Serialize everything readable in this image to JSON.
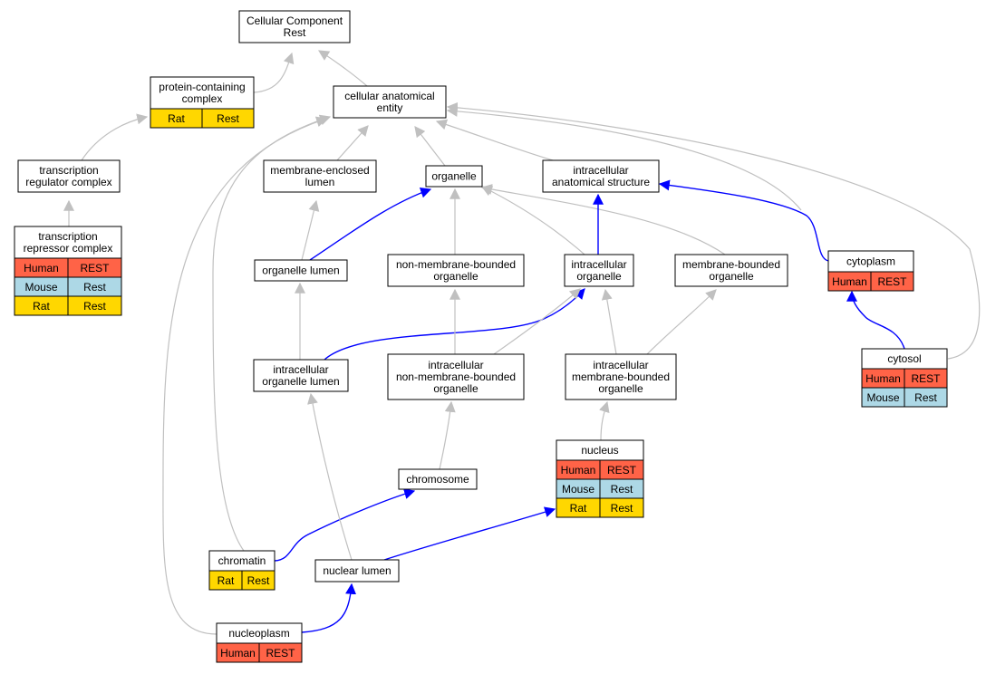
{
  "colors": {
    "human": "#ff6347",
    "mouse": "#add8e6",
    "rat": "#ffd700",
    "edge_gray": "#c0c0c0",
    "edge_blue": "#0000ff",
    "node_border": "#000000",
    "node_fill": "#ffffff"
  },
  "nodes": {
    "cc_rest": {
      "lines": [
        "Cellular Component",
        "Rest"
      ]
    },
    "protein_complex": {
      "lines": [
        "protein-containing",
        "complex"
      ],
      "tags": [
        {
          "label": "Rat",
          "species": "rat"
        },
        {
          "label": "Rest",
          "species": "rat"
        }
      ]
    },
    "cae": {
      "lines": [
        "cellular anatomical",
        "entity"
      ]
    },
    "transcription_reg": {
      "lines": [
        "transcription",
        "regulator complex"
      ]
    },
    "membrane_enclosed_lumen": {
      "lines": [
        "membrane-enclosed",
        "lumen"
      ]
    },
    "organelle": {
      "lines": [
        "organelle"
      ]
    },
    "intracellular_anat": {
      "lines": [
        "intracellular",
        "anatomical structure"
      ]
    },
    "transcription_rep": {
      "lines": [
        "transcription",
        "repressor complex"
      ],
      "tags": [
        {
          "label": "Human",
          "species": "human"
        },
        {
          "label": "REST",
          "species": "human"
        },
        {
          "label": "Mouse",
          "species": "mouse"
        },
        {
          "label": "Rest",
          "species": "mouse"
        },
        {
          "label": "Rat",
          "species": "rat"
        },
        {
          "label": "Rest",
          "species": "rat"
        }
      ]
    },
    "organelle_lumen": {
      "lines": [
        "organelle lumen"
      ]
    },
    "non_membrane_org": {
      "lines": [
        "non-membrane-bounded",
        "organelle"
      ]
    },
    "intracellular_org": {
      "lines": [
        "intracellular",
        "organelle"
      ]
    },
    "membrane_bounded_org": {
      "lines": [
        "membrane-bounded",
        "organelle"
      ]
    },
    "cytoplasm": {
      "lines": [
        "cytoplasm"
      ],
      "tags": [
        {
          "label": "Human",
          "species": "human"
        },
        {
          "label": "REST",
          "species": "human"
        }
      ]
    },
    "cytosol": {
      "lines": [
        "cytosol"
      ],
      "tags": [
        {
          "label": "Human",
          "species": "human"
        },
        {
          "label": "REST",
          "species": "human"
        },
        {
          "label": "Mouse",
          "species": "mouse"
        },
        {
          "label": "Rest",
          "species": "mouse"
        }
      ]
    },
    "intracellular_org_lumen": {
      "lines": [
        "intracellular",
        "organelle lumen"
      ]
    },
    "intracellular_nmb_org": {
      "lines": [
        "intracellular",
        "non-membrane-bounded",
        "organelle"
      ]
    },
    "intracellular_mb_org": {
      "lines": [
        "intracellular",
        "membrane-bounded",
        "organelle"
      ]
    },
    "nucleus": {
      "lines": [
        "nucleus"
      ],
      "tags": [
        {
          "label": "Human",
          "species": "human"
        },
        {
          "label": "REST",
          "species": "human"
        },
        {
          "label": "Mouse",
          "species": "mouse"
        },
        {
          "label": "Rest",
          "species": "mouse"
        },
        {
          "label": "Rat",
          "species": "rat"
        },
        {
          "label": "Rest",
          "species": "rat"
        }
      ]
    },
    "chromosome": {
      "lines": [
        "chromosome"
      ]
    },
    "chromatin": {
      "lines": [
        "chromatin"
      ],
      "tags": [
        {
          "label": "Rat",
          "species": "rat"
        },
        {
          "label": "Rest",
          "species": "rat"
        }
      ]
    },
    "nuclear_lumen": {
      "lines": [
        "nuclear lumen"
      ]
    },
    "nucleoplasm": {
      "lines": [
        "nucleoplasm"
      ],
      "tags": [
        {
          "label": "Human",
          "species": "human"
        },
        {
          "label": "REST",
          "species": "human"
        }
      ]
    }
  },
  "edges": [
    {
      "from": "protein_complex",
      "to": "cc_rest",
      "style": "gray"
    },
    {
      "from": "cae",
      "to": "cc_rest",
      "style": "gray"
    },
    {
      "from": "transcription_reg",
      "to": "protein_complex",
      "style": "gray"
    },
    {
      "from": "transcription_rep",
      "to": "transcription_reg",
      "style": "gray"
    },
    {
      "from": "membrane_enclosed_lumen",
      "to": "cae",
      "style": "gray"
    },
    {
      "from": "organelle",
      "to": "cae",
      "style": "gray"
    },
    {
      "from": "intracellular_anat",
      "to": "cae",
      "style": "gray"
    },
    {
      "from": "cytoplasm",
      "to": "cae",
      "style": "gray"
    },
    {
      "from": "cytosol",
      "to": "cae",
      "style": "gray"
    },
    {
      "from": "chromatin",
      "to": "cae",
      "style": "gray"
    },
    {
      "from": "nucleoplasm",
      "to": "cae",
      "style": "gray"
    },
    {
      "from": "organelle_lumen",
      "to": "membrane_enclosed_lumen",
      "style": "gray"
    },
    {
      "from": "organelle_lumen",
      "to": "organelle",
      "style": "blue"
    },
    {
      "from": "non_membrane_org",
      "to": "organelle",
      "style": "gray"
    },
    {
      "from": "intracellular_org",
      "to": "organelle",
      "style": "gray"
    },
    {
      "from": "membrane_bounded_org",
      "to": "organelle",
      "style": "gray"
    },
    {
      "from": "intracellular_org",
      "to": "intracellular_anat",
      "style": "blue"
    },
    {
      "from": "cytoplasm",
      "to": "intracellular_anat",
      "style": "blue"
    },
    {
      "from": "cytosol",
      "to": "cytoplasm",
      "style": "blue"
    },
    {
      "from": "intracellular_org_lumen",
      "to": "organelle_lumen",
      "style": "gray"
    },
    {
      "from": "intracellular_org_lumen",
      "to": "intracellular_org",
      "style": "blue"
    },
    {
      "from": "intracellular_nmb_org",
      "to": "non_membrane_org",
      "style": "gray"
    },
    {
      "from": "intracellular_nmb_org",
      "to": "intracellular_org",
      "style": "gray"
    },
    {
      "from": "intracellular_mb_org",
      "to": "intracellular_org",
      "style": "gray"
    },
    {
      "from": "intracellular_mb_org",
      "to": "membrane_bounded_org",
      "style": "gray"
    },
    {
      "from": "nucleus",
      "to": "intracellular_mb_org",
      "style": "gray"
    },
    {
      "from": "chromosome",
      "to": "intracellular_nmb_org",
      "style": "gray"
    },
    {
      "from": "chromatin",
      "to": "chromosome",
      "style": "blue"
    },
    {
      "from": "nuclear_lumen",
      "to": "intracellular_org_lumen",
      "style": "gray"
    },
    {
      "from": "nuclear_lumen",
      "to": "nucleus",
      "style": "blue"
    },
    {
      "from": "nucleoplasm",
      "to": "nuclear_lumen",
      "style": "blue"
    }
  ]
}
